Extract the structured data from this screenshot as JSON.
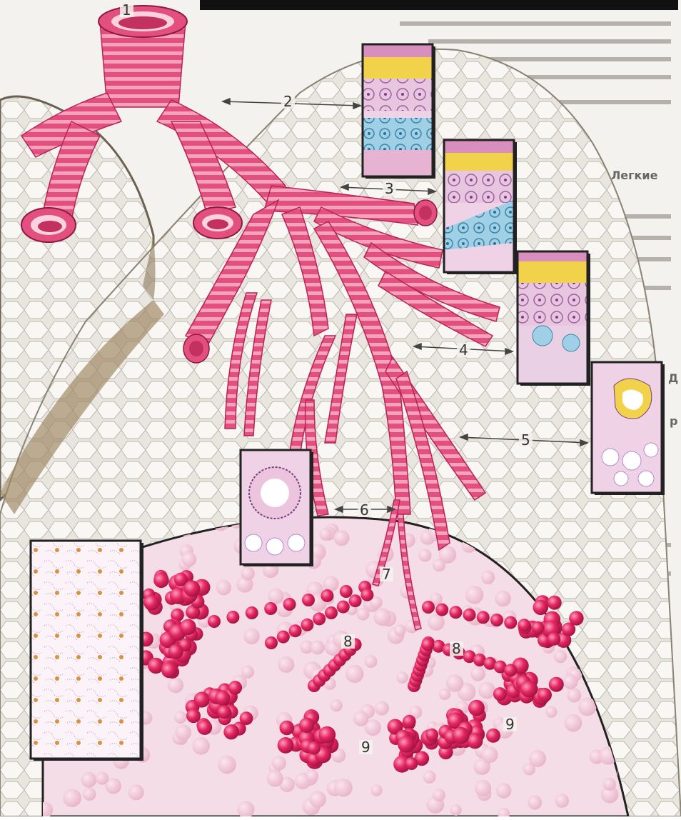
{
  "labels": {
    "l1": "1",
    "l2": "2",
    "l3": "3",
    "l4": "4",
    "l5": "5",
    "l6": "6",
    "l7": "7",
    "l8a": "8",
    "l8b": "8",
    "l9a": "9",
    "l9b": "9"
  },
  "page_fragment": {
    "heading_fragment": "Легкие",
    "letter_fragment": "Д",
    "letter_fragment_2": "р"
  },
  "colors": {
    "bronchus": "#e6507f",
    "bronchus_ring": "#f7a6c0",
    "lung_bg": "#ece8e2",
    "lung_cells": "#ffffff",
    "alveoli": "#e0285f",
    "alveoli_bg": "#f3d6e0",
    "tissue_yellow": "#f2d24a",
    "tissue_blue": "#8fc6e0",
    "tissue_pink": "#d9a2c8"
  },
  "icons": [
    "bronchus-tree",
    "tissue-section",
    "alveoli-cluster"
  ]
}
